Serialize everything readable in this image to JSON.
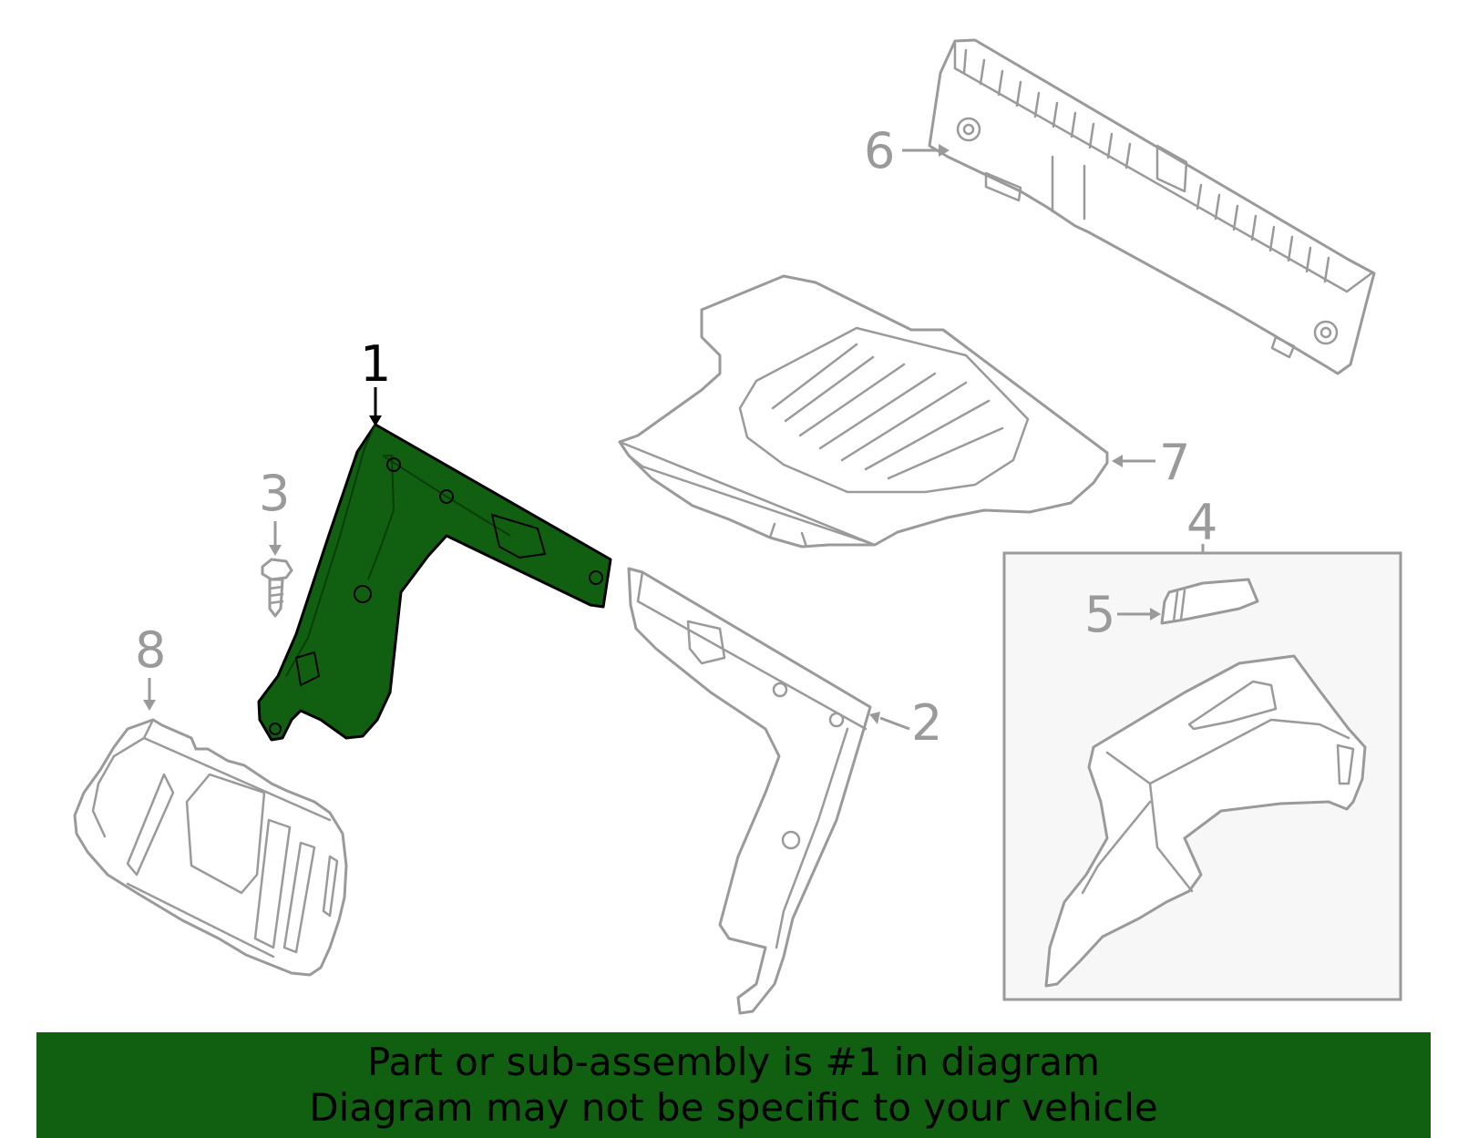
{
  "colors": {
    "highlight": "#116011",
    "outline": "#9a9a9a",
    "banner": "#116011",
    "inset_box": "#f7f7f7"
  },
  "callouts": {
    "p1": "1",
    "p2": "2",
    "p3": "3",
    "p4": "4",
    "p5": "5",
    "p6": "6",
    "p7": "7",
    "p8": "8"
  },
  "banner": {
    "line1": "Part or sub-assembly is #1 in diagram",
    "line2": "Diagram may not be specific to your vehicle"
  }
}
